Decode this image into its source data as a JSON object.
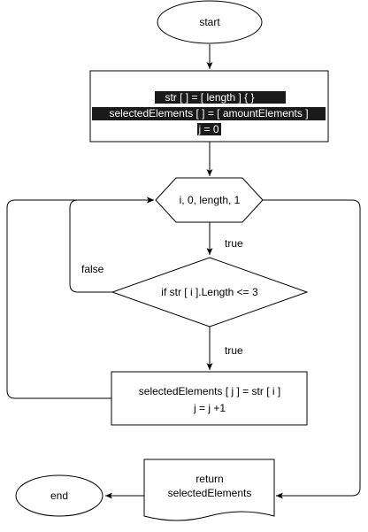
{
  "diagram": {
    "start": {
      "label": "start"
    },
    "init": {
      "line1": "str [ ] = [ length ] { }",
      "line2": "selectedElements [ ] = [ amountElements ]",
      "line3": "j = 0"
    },
    "loop": {
      "label": "i, 0, length, 1"
    },
    "condition": {
      "label": "if str [ i ].Length <= 3"
    },
    "assign": {
      "line1": "selectedElements [ j ] = str [ i ]",
      "line2": "j = j +1"
    },
    "output": {
      "line1": "return",
      "line2": "selectedElements"
    },
    "end": {
      "label": "end"
    },
    "edges": {
      "loop_true": "true",
      "cond_true": "true",
      "cond_false": "false"
    }
  }
}
